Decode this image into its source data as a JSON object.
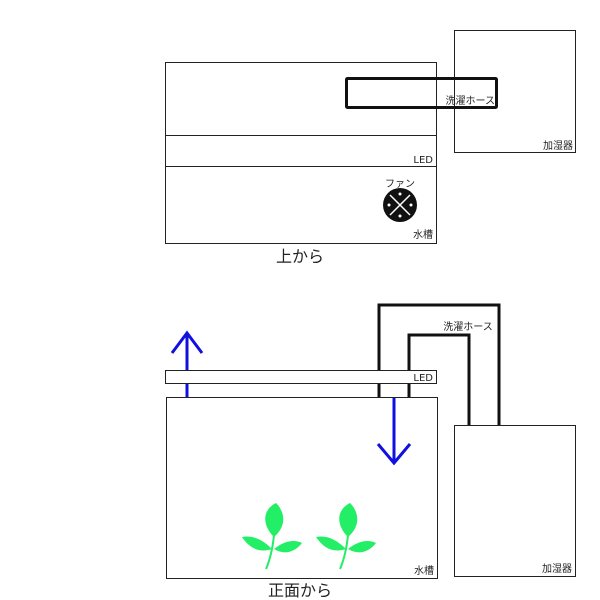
{
  "top_view": {
    "caption": "上から",
    "tank_label": "水槽",
    "led_label": "LED",
    "hose_label": "洗濯ホース",
    "humidifier_label": "加湿器",
    "fan_label": "ファン"
  },
  "front_view": {
    "caption": "正面から",
    "tank_label": "水槽",
    "led_label": "LED",
    "hose_label": "洗濯ホース",
    "humidifier_label": "加湿器"
  },
  "colors": {
    "arrow": "#1010e0",
    "leaf": "#22ee66",
    "outline": "#222222"
  }
}
